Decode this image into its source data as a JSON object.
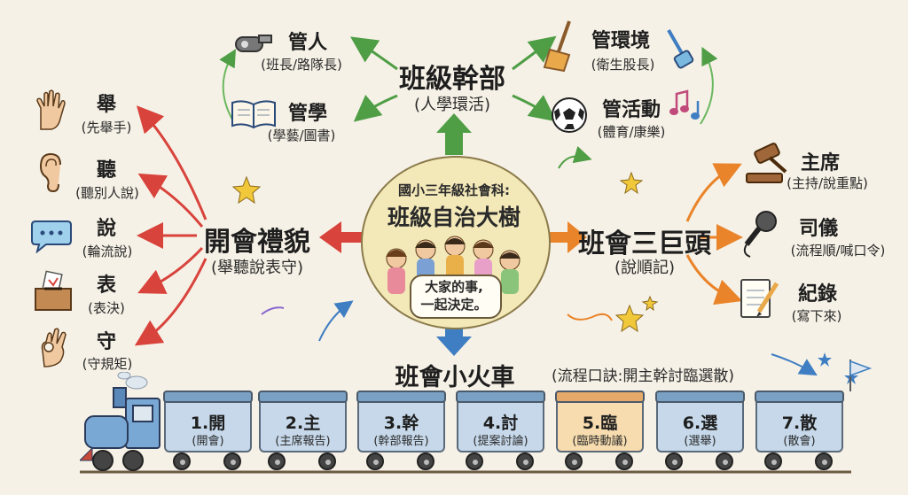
{
  "center": {
    "title_small": "國小三年級社會科:",
    "title_big": "班級自治大樹",
    "bubble": [
      "大家的事,",
      "一起決定。"
    ]
  },
  "cadre": {
    "title": "班級幹部",
    "sub": "(人學環活)",
    "people": {
      "title": "管人",
      "sub": "(班長/路隊長)",
      "icon": "whistle-icon"
    },
    "study": {
      "title": "管學",
      "sub": "(學藝/圖書)",
      "icon": "book-icon"
    },
    "environment": {
      "title": "管環境",
      "sub": "(衛生股長)",
      "icon": "broom-icon"
    },
    "activity": {
      "title": "管活動",
      "sub": "(體育/康樂)",
      "icon": "soccer-ball-icon"
    }
  },
  "etiquette": {
    "title": "開會禮貌",
    "sub": "(舉聽說表守)",
    "items": [
      {
        "title": "舉",
        "sub": "(先舉手)",
        "icon": "raised-hand-icon"
      },
      {
        "title": "聽",
        "sub": "(聽別人說)",
        "icon": "ear-icon"
      },
      {
        "title": "說",
        "sub": "(輪流說)",
        "icon": "speech-bubble-icon"
      },
      {
        "title": "表",
        "sub": "(表決)",
        "icon": "ballot-box-icon"
      },
      {
        "title": "守",
        "sub": "(守規矩)",
        "icon": "ok-hand-icon"
      }
    ]
  },
  "leaders": {
    "title": "班會三巨頭",
    "sub": "(說順記)",
    "items": [
      {
        "title": "主席",
        "sub": "(主持/說重點)",
        "icon": "gavel-icon"
      },
      {
        "title": "司儀",
        "sub": "(流程順/喊口令)",
        "icon": "microphone-icon"
      },
      {
        "title": "紀錄",
        "sub": "(寫下來)",
        "icon": "notepad-icon"
      }
    ]
  },
  "train": {
    "title": "班會小火車",
    "sub": "(流程口訣:開主幹討臨選散)",
    "cars": [
      {
        "title": "1.開",
        "sub": "(開會)"
      },
      {
        "title": "2.主",
        "sub": "(主席報告)"
      },
      {
        "title": "3.幹",
        "sub": "(幹部報告)"
      },
      {
        "title": "4.討",
        "sub": "(提案討論)"
      },
      {
        "title": "5.臨",
        "sub": "(臨時動議)"
      },
      {
        "title": "6.選",
        "sub": "(選舉)"
      },
      {
        "title": "7.散",
        "sub": "(散會)"
      }
    ]
  },
  "colors": {
    "red": "#d8433c",
    "green": "#4f9e46",
    "orange": "#e9842a",
    "blue": "#3f7ec2",
    "highlight_car": "#f6dcae"
  }
}
